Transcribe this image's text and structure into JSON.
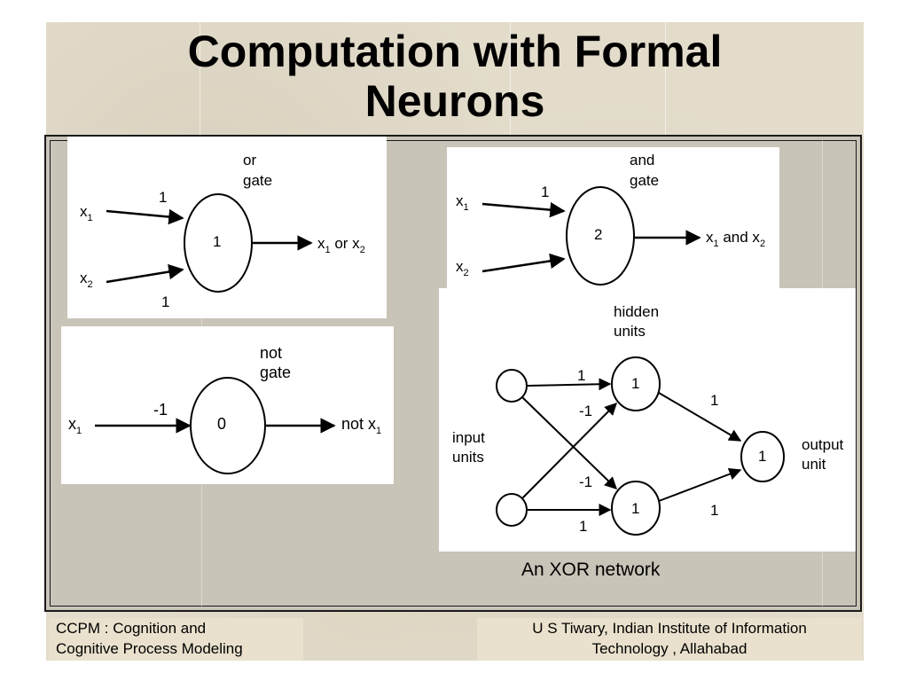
{
  "slide": {
    "title_line1": "Computation with Formal",
    "title_line2": "Neurons"
  },
  "or_gate": {
    "gate_label_line1": "or",
    "gate_label_line2": "gate",
    "input1": "x",
    "input1_sub": "1",
    "input2": "x",
    "input2_sub": "2",
    "weight1": "1",
    "weight2": "1",
    "threshold": "1",
    "output_part1": "x",
    "output_sub1": "1",
    "output_part2": " or x",
    "output_sub2": "2"
  },
  "and_gate": {
    "gate_label_line1": "and",
    "gate_label_line2": "gate",
    "input1": "x",
    "input1_sub": "1",
    "input2": "x",
    "input2_sub": "2",
    "weight1": "1",
    "threshold": "2",
    "output_part1": "x",
    "output_sub1": "1",
    "output_part2": " and x",
    "output_sub2": "2"
  },
  "not_gate": {
    "gate_label_line1": "not",
    "gate_label_line2": "gate",
    "input1": "x",
    "input1_sub": "1",
    "weight1": "-1",
    "threshold": "0",
    "output_part1": "not x",
    "output_sub1": "1"
  },
  "xor_network": {
    "hidden_label_line1": "hidden",
    "hidden_label_line2": "units",
    "input_label_line1": "input",
    "input_label_line2": "units",
    "output_label_line1": "output",
    "output_label_line2": "unit",
    "w_in1_h1": "1",
    "w_in1_h2": "-1",
    "w_in2_h1": "-1",
    "w_in2_h2": "1",
    "w_h1_out": "1",
    "w_h2_out": "1",
    "hidden1_threshold": "1",
    "hidden2_threshold": "1",
    "output_threshold": "1",
    "caption": "An XOR  network"
  },
  "footer": {
    "left_line1": "CCPM : Cognition and",
    "left_line2": "Cognitive Process Modeling",
    "right_line1": "U S Tiwary, Indian Institute of Information",
    "right_line2": "Technology , Allahabad"
  }
}
